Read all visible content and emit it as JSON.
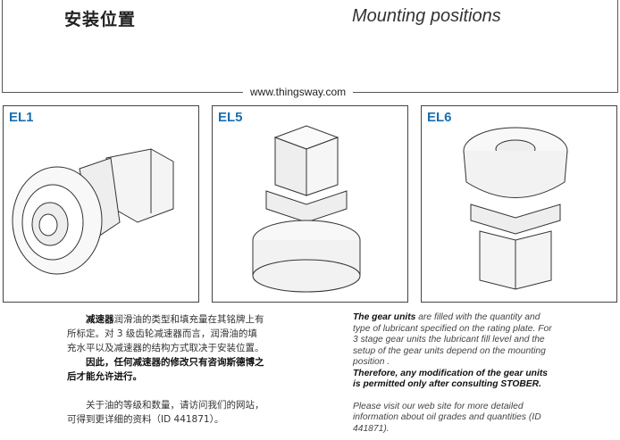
{
  "header": {
    "title_cn": "安装位置",
    "title_en": "Mounting positions",
    "url": "www.thingsway.com"
  },
  "panels": [
    {
      "label": "EL1"
    },
    {
      "label": "EL5"
    },
    {
      "label": "EL6"
    }
  ],
  "text_cn": {
    "p1_bold": "减速器",
    "p1": "润滑油的类型和填充量在其铭牌上有所标定。对 3 级齿轮减速器而言，润滑油的填充水平以及减速器的结构方式取决于安装位置。",
    "p2_bold": "因此，任何减速器的修改只有咨询斯德博之后才能允许进行。",
    "p3": "关于油的等级和数量，请访问我们的网站，可得到更详细的资料（ID 441871）。"
  },
  "text_en": {
    "p1_bold": "The gear units",
    "p1": " are filled with the quantity and type of lubricant specified on the rating plate. For 3 stage gear units the lubricant fill level and the setup of the gear units depend on the mounting position .",
    "p2_bold": "Therefore, any modification of the gear units is permitted only after consulting STOBER.",
    "p3": "Please visit our web site for more detailed information about oil grades and quantities (ID 441871)."
  }
}
